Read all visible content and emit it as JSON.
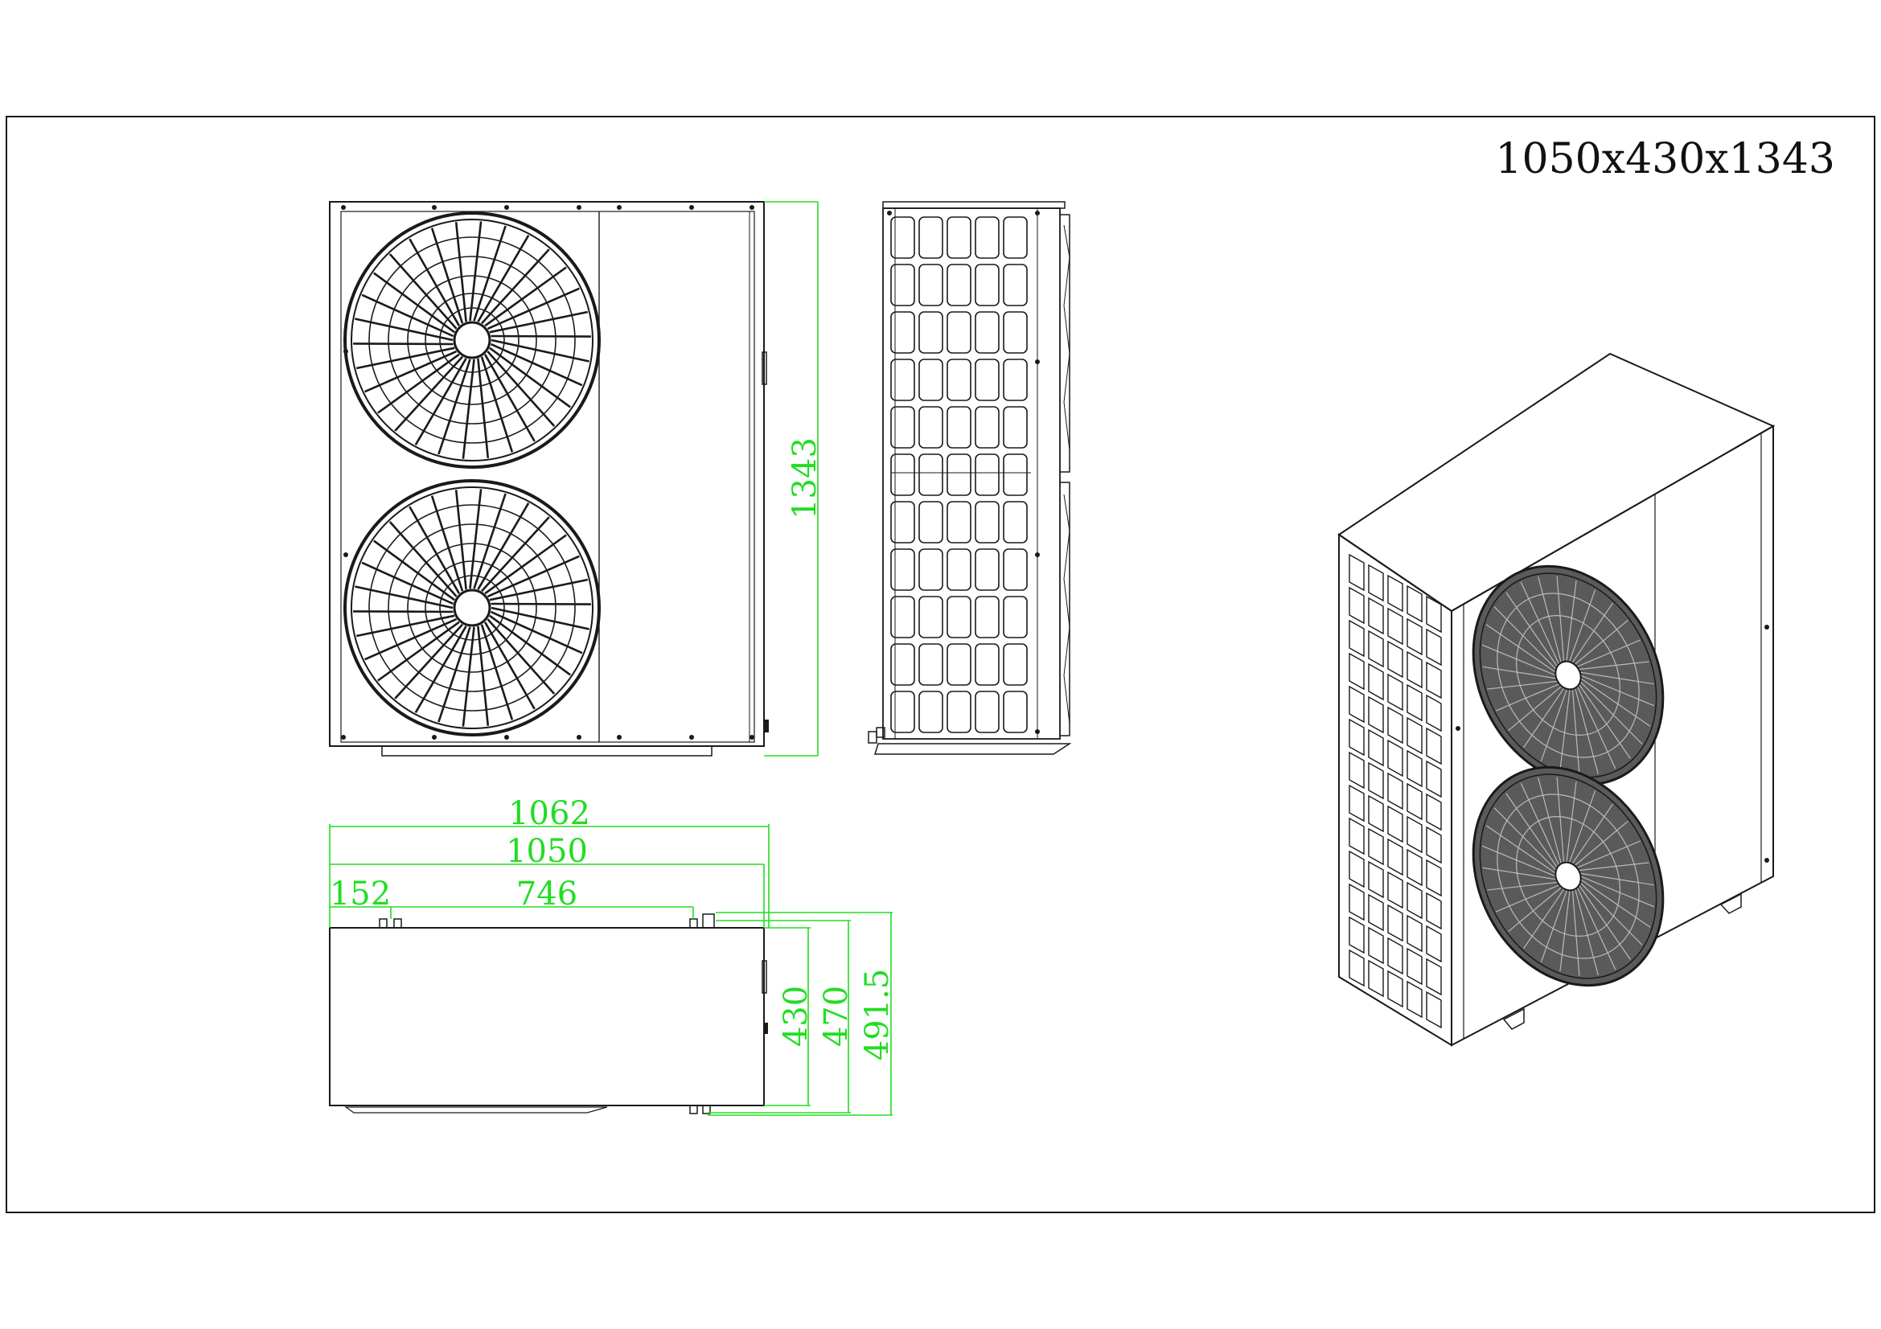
{
  "title": "1050x430x1343",
  "colors": {
    "ink": "#1a1a1a",
    "dimension": "#22dd22",
    "paper": "#ffffff"
  },
  "front_view": {
    "height_label": "1343"
  },
  "top_view": {
    "width_labels": [
      "1062",
      "1050",
      "746",
      "152"
    ],
    "depth_labels": [
      "430",
      "470",
      "491.5"
    ]
  }
}
